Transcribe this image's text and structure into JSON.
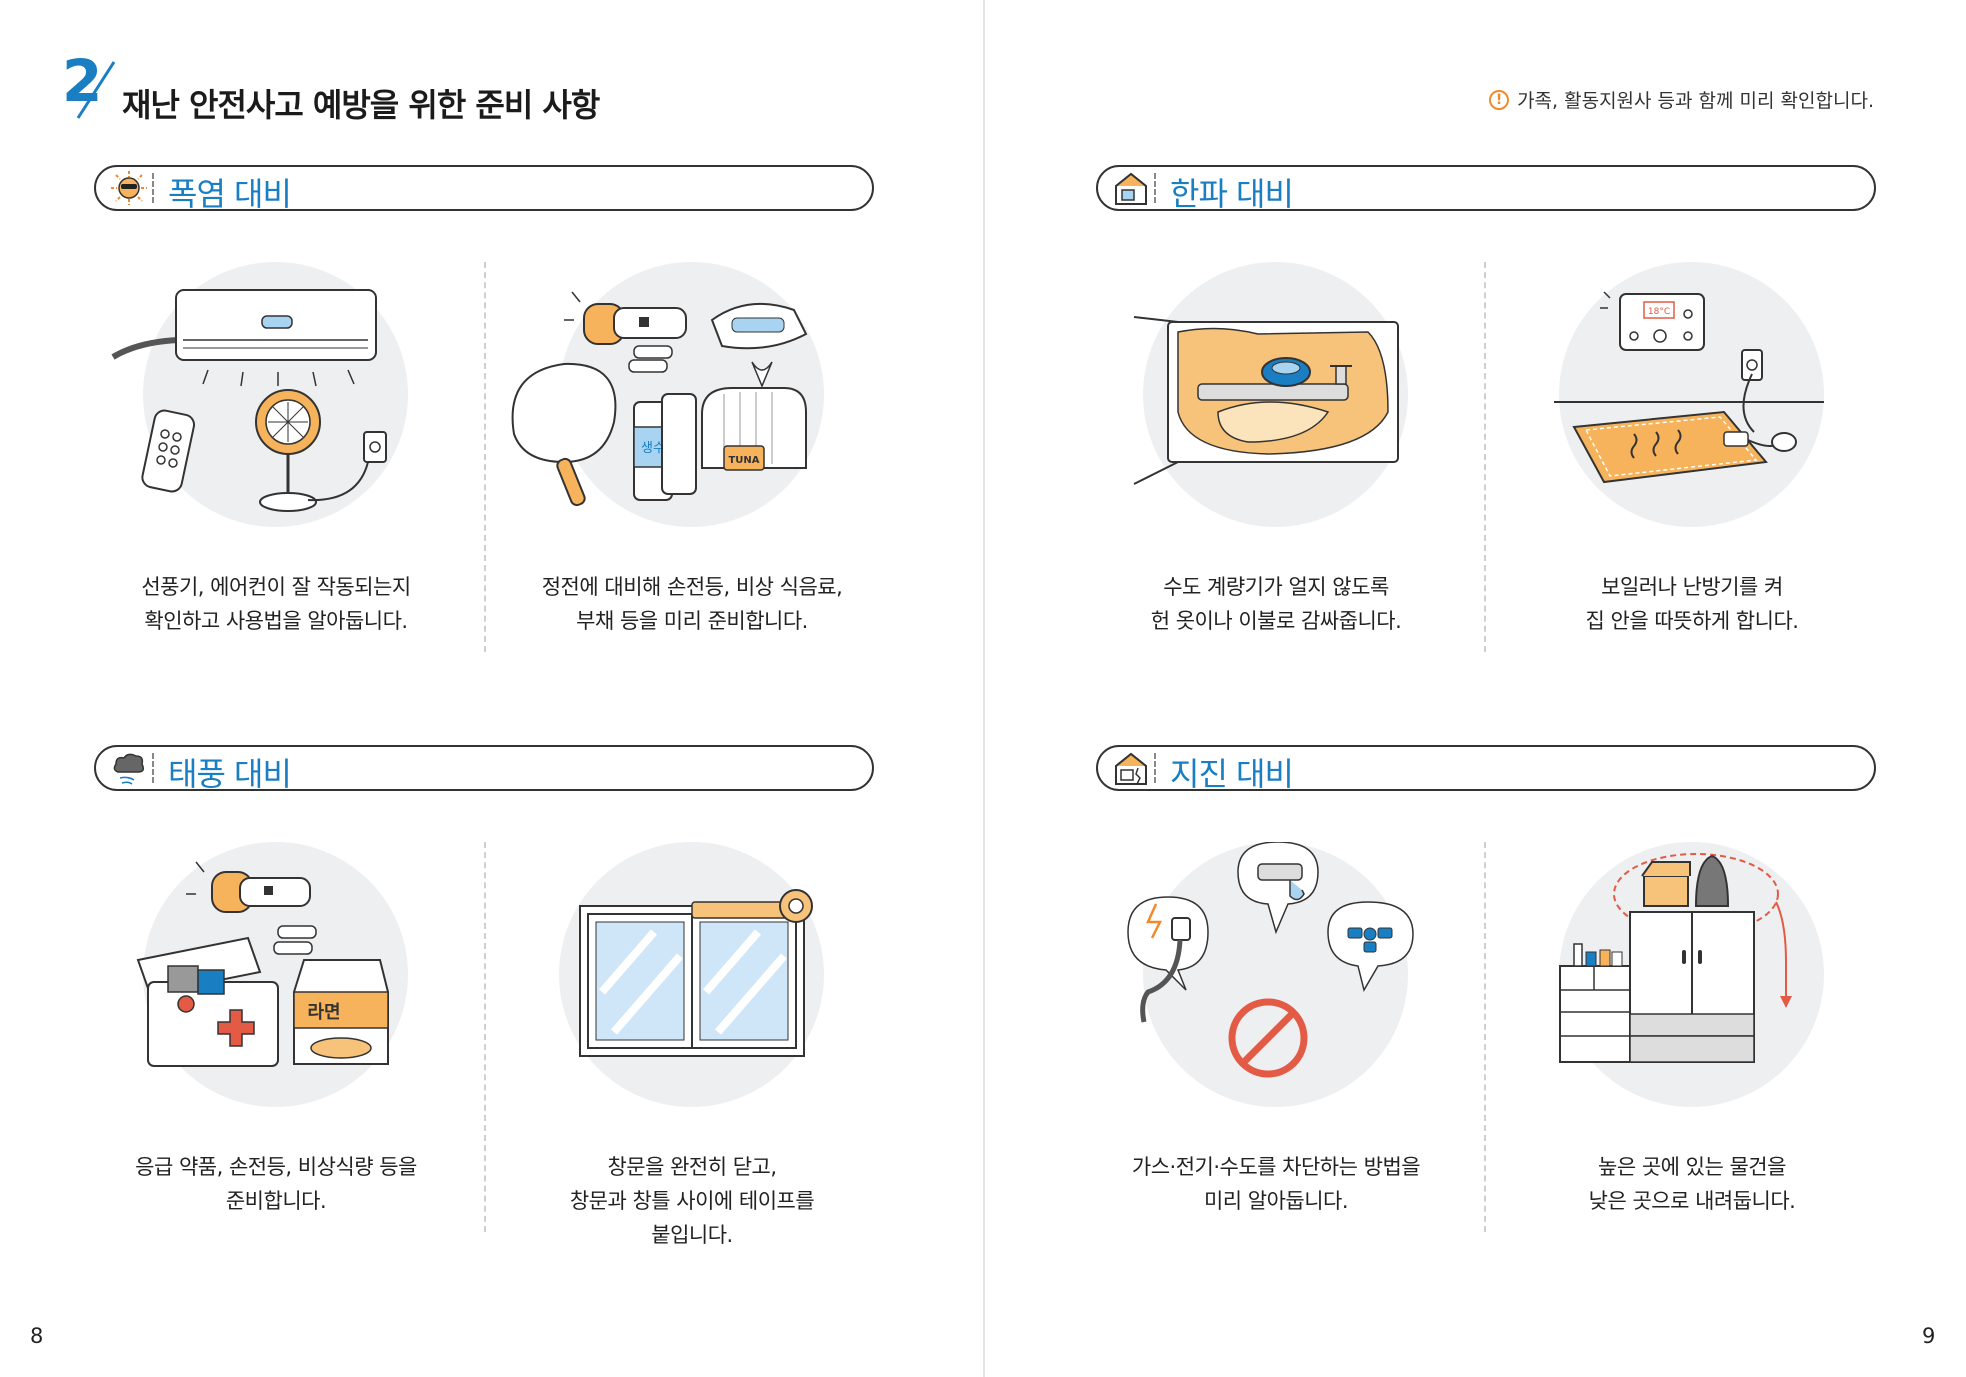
{
  "header": {
    "section_number": "2",
    "title": "재난 안전사고 예방을 위한 준비 사항",
    "note_icon": "!",
    "note": "가족, 활동지원사 등과 함께 미리 확인합니다."
  },
  "sections": [
    {
      "title": "폭염 대비",
      "icon": "sun-icon",
      "cards": [
        {
          "illustration": "aircon-fan-illustration",
          "lines": [
            "선풍기, 에어컨이 잘 작동되는지",
            "확인하고 사용법을 알아둡니다."
          ]
        },
        {
          "illustration": "emergency-supplies-illustration",
          "lines": [
            "정전에 대비해 손전등, 비상 식음료,",
            "부채 등을 미리 준비합니다."
          ]
        }
      ]
    },
    {
      "title": "한파 대비",
      "icon": "house-icon",
      "cards": [
        {
          "illustration": "water-meter-illustration",
          "lines": [
            "수도 계량기가 얼지 않도록",
            "헌 옷이나 이불로 감싸줍니다."
          ]
        },
        {
          "illustration": "heater-mat-illustration",
          "lines": [
            "보일러나 난방기를 켜",
            "집 안을 따뜻하게 합니다."
          ]
        }
      ]
    },
    {
      "title": "태풍 대비",
      "icon": "storm-cloud-icon",
      "cards": [
        {
          "illustration": "first-aid-kit-illustration",
          "lines": [
            "응급 약품, 손전등, 비상식량 등을",
            "준비합니다."
          ]
        },
        {
          "illustration": "taped-window-illustration",
          "lines": [
            "창문을 완전히 닫고,",
            "창문과 창틀 사이에 테이프를",
            "붙입니다."
          ]
        }
      ]
    },
    {
      "title": "지진 대비",
      "icon": "cracked-house-icon",
      "cards": [
        {
          "illustration": "utility-shutoff-illustration",
          "lines": [
            "가스·전기·수도를 차단하는 방법을",
            "미리 알아둡니다."
          ]
        },
        {
          "illustration": "cabinet-illustration",
          "lines": [
            "높은 곳에 있는 물건을",
            "낮은 곳으로 내려둡니다."
          ]
        }
      ]
    }
  ],
  "illustration_text": {
    "water_bottle": "생수",
    "tuna_can": "TUNA",
    "ramen_box": "라면",
    "thermostat": "18°C"
  },
  "page_numbers": {
    "left": "8",
    "right": "9"
  },
  "colors": {
    "accent_blue": "#1a7ec3",
    "note_orange": "#f08a2c",
    "illustration_bg": "#eeeff1",
    "orange_fill": "#f7b35b",
    "light_blue": "#a8d4f2",
    "red": "#e35a45"
  }
}
